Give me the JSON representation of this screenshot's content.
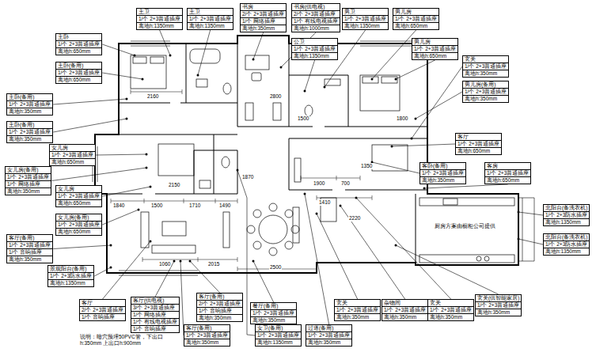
{
  "diagram": {
    "nodes": [
      {
        "text": [
          "主卫",
          "1/个 2+3普通插座",
          "离地h:1350mm"
        ]
      },
      {
        "text": [
          "主卫",
          "1/个 2+3普通插座",
          "离地h:1350mm"
        ]
      },
      {
        "text": [
          "书房",
          "2/个 2+3普通插座",
          "1/个 网络插座",
          "离地h:350mm"
        ]
      },
      {
        "text": [
          "书房(供电视)",
          "2/个 2+3普通插座",
          "1/个 有线电视插座",
          "离地h:1000mm"
        ]
      },
      {
        "text": [
          "男卫",
          "1/个 2+3普通插座",
          "离地h:1350mm"
        ]
      },
      {
        "text": [
          "男儿房",
          "1/个 2+3普通插座",
          "离地h:650mm"
        ]
      },
      {
        "text": [
          "主卧",
          "1/个 2+3普通插座",
          "离地h:650mm"
        ]
      },
      {
        "text": [
          "公卫",
          "1/个 2+3普通插座",
          "离地h:1350mm"
        ]
      },
      {
        "text": [
          "男儿房",
          "1/个 2+3普通插座",
          "离地h:650mm"
        ]
      },
      {
        "text": [
          "主卧(备用)",
          "1/个 2+3普通插座",
          "离地h:650mm"
        ]
      },
      {
        "text": [
          "玄关",
          "1/个 2+3普通插座",
          "离地h:350mm"
        ]
      },
      {
        "text": [
          "主卧(备用)",
          "1/个 2+3普通插座",
          "离地h:350mm"
        ]
      },
      {
        "text": [
          "男儿房(备用)",
          "1/个 2+3普通插座",
          "离地h:350mm"
        ]
      },
      {
        "text": [
          "主卧(备用)",
          "1/个 2+3普通插座",
          "离地h:350mm"
        ]
      },
      {
        "text": [
          "女儿房",
          "1/个 2+3普通插座",
          "离地h:650mm"
        ]
      },
      {
        "text": [
          "客厅",
          "1/个 2+3普通插座",
          "离地h:650mm"
        ]
      },
      {
        "text": [
          "女儿房(备用)",
          "1/个 2+3普通插座",
          "1/个 网络插座",
          "离地h:350mm"
        ]
      },
      {
        "text": [
          "女儿房",
          "1/个 2+3普通插座",
          "离地h:650mm"
        ]
      },
      {
        "text": [
          "客卧(备用)",
          "1/个 2+3普通插座",
          "离地h:350mm"
        ]
      },
      {
        "text": [
          "客房",
          "1/个 2+3普通插座",
          "离地h:650mm"
        ]
      },
      {
        "text": [
          "女儿房(备用)",
          "1/个 2+3普通插座",
          "离地h:650mm"
        ]
      },
      {
        "text": [
          "客厅(备用)",
          "1/个 2+3普通插座",
          "1/个 音响插座",
          "离地h:350mm"
        ]
      },
      {
        "text": [
          "北阳台(备洗衣机)",
          "1/个 2+3防水插座",
          "离地h:1350mm"
        ]
      },
      {
        "text": [
          "北阳台(备洗衣机)",
          "1/个 2+3防水插座",
          "离地h:1350mm"
        ]
      },
      {
        "text": [
          "景观阳台(备用)",
          "1/个 2+3防水插座",
          "离地h:1350mm"
        ]
      },
      {
        "text": [
          "客厅",
          "2/个 2+3普通插座",
          "1/个 音响插座"
        ]
      },
      {
        "text": [
          "客厅(供电视)",
          "3/个 2+3普通插座",
          "1/个 网络插座",
          "1/个 有线电视插座",
          "1/个 音响插座"
        ]
      },
      {
        "text": [
          "客厅(备用)",
          "2/个 2+3普通插座",
          "1/个 音响插座",
          "离地h:350mm"
        ]
      },
      {
        "text": [
          "餐厅(备用)",
          "1/个 2+3普通插座",
          "离地h:350mm"
        ]
      },
      {
        "text": [
          "客厅(备用)",
          "1/个 2+3普通插座",
          "离地h:350mm"
        ]
      },
      {
        "text": [
          "女卫(备用)",
          "1/个 2+3普通插座",
          "离地h:1350mm"
        ]
      },
      {
        "text": [
          "过道(备用)",
          "1/个 2+3普通插座",
          "离地h:350mm"
        ]
      },
      {
        "text": [
          "玄关",
          "1/个 2+3普通插座",
          "离地h:350mm"
        ]
      },
      {
        "text": [
          "杂物间",
          "1/个 2+3普通插座",
          "离地h:350mm"
        ]
      },
      {
        "text": [
          "玄关",
          "1/个 2+3普通插座",
          "离地h:350mm"
        ]
      },
      {
        "text": [
          "玄关(供智能家居)",
          "1/个 2+3普通插座",
          "离地h:350mm"
        ]
      }
    ],
    "labels": [
      "2160",
      "2800",
      "1500",
      "1800",
      "1350",
      "1900",
      "700",
      "1410",
      "2220",
      "2150",
      "1870",
      "1840",
      "1500",
      "1710",
      "1490",
      "1060",
      "2015",
      "2500",
      "厨房方案由橱柜公司提供",
      "说明：暗穴预埋50PVC管，下出口h:350mm 上出口h:900mm"
    ]
  }
}
